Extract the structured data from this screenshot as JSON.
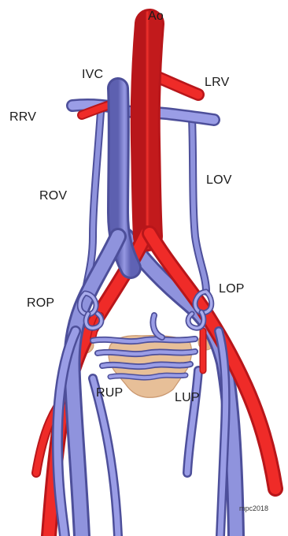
{
  "labels": {
    "ao": "Ao",
    "ivc": "IVC",
    "lrv": "LRV",
    "rrv": "RRV",
    "rov": "ROV",
    "lov": "LOV",
    "rop": "ROP",
    "lop": "LOP",
    "rup": "RUP",
    "lup": "LUP"
  },
  "signature": "mpc2018",
  "colors": {
    "artery": "#e8201f",
    "artery_dark": "#b8161a",
    "vein": "#7b7fd0",
    "vein_dark": "#4d4f9a",
    "vein_light": "#a9acec",
    "organ": "#e7bf98",
    "organ_dark": "#c9966e"
  }
}
